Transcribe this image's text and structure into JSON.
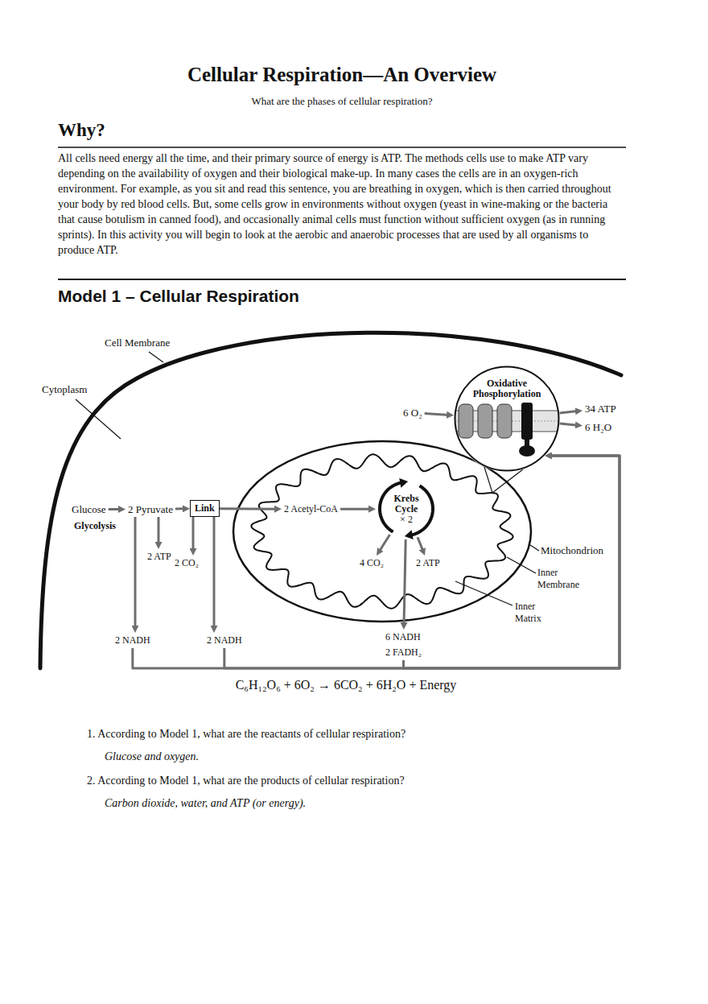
{
  "diagram": {
    "title": "Cellular Respiration—An Overview",
    "nodes": [
      {
        "text": [
          "Glucose"
        ]
      },
      {
        "text": [
          "2 Pyruvate"
        ]
      },
      {
        "text": [
          "Link"
        ]
      },
      {
        "text": [
          "2 Acetyl-CoA"
        ]
      },
      {
        "text": [
          "Krebs Cycle",
          "× 2"
        ]
      },
      {
        "text": [
          "2 ATP"
        ]
      },
      {
        "text": [
          "2 NADH"
        ]
      },
      {
        "text": [
          "2 CO₂"
        ]
      },
      {
        "text": [
          "2 NADH"
        ]
      },
      {
        "text": [
          "4 CO₂"
        ]
      },
      {
        "text": [
          "2 ATP"
        ]
      },
      {
        "text": [
          "6 NADH",
          "2 FADH₂"
        ]
      },
      {
        "text": [
          "Oxidative Phosphorylation"
        ]
      },
      {
        "text": [
          "6 O₂"
        ]
      },
      {
        "text": [
          "34 ATP"
        ]
      },
      {
        "text": [
          "6 H₂O"
        ]
      }
    ],
    "edges": [
      {
        "from": 0,
        "to": 1,
        "arrow": "to",
        "label": "Glycolysis"
      },
      {
        "from": 1,
        "to": 2,
        "arrow": "to"
      },
      {
        "from": 2,
        "to": 3,
        "arrow": "to"
      },
      {
        "from": 3,
        "to": 4,
        "arrow": "to"
      },
      {
        "from": 1,
        "to": 5,
        "arrow": "to"
      },
      {
        "from": 1,
        "to": 6,
        "arrow": "to"
      },
      {
        "from": 2,
        "to": 7,
        "arrow": "to"
      },
      {
        "from": 2,
        "to": 8,
        "arrow": "to"
      },
      {
        "from": 4,
        "to": 9,
        "arrow": "to"
      },
      {
        "from": 4,
        "to": 10,
        "arrow": "to"
      },
      {
        "from": 4,
        "to": 11,
        "arrow": "to"
      },
      {
        "from": 6,
        "to": 12,
        "arrow": "to"
      },
      {
        "from": 8,
        "to": 12,
        "arrow": "to"
      },
      {
        "from": 11,
        "to": 12,
        "arrow": "to"
      },
      {
        "from": 13,
        "to": 12,
        "arrow": "to"
      },
      {
        "from": 12,
        "to": 14,
        "arrow": "to"
      },
      {
        "from": 12,
        "to": 15,
        "arrow": "to"
      }
    ],
    "labels": [
      "What are the phases of cellular respiration?",
      "Why?",
      "All cells need energy all the time, and their primary source of energy is ATP. The methods cells use to make ATP vary depending on the availability of oxygen and their biological make-up. In many cases the cells are in an oxygen-rich environment. For example, as you sit and read this sentence, you are breathing in oxygen, which is then carried throughout your body by red blood cells. But, some cells grow in environments without oxygen (yeast in wine-making or the bacteria that cause botulism in canned food), and occasionally animal cells must function without sufficient oxygen (as in running sprints). In this activity you will begin to look at the aerobic and anaerobic processes that are used by all organisms to produce ATP.",
      "Model 1 – Cellular Respiration",
      "Cell Membrane",
      "Cytoplasm",
      "Mitochondrion",
      "Inner Membrane",
      "Inner Matrix",
      "C₆H₁₂O₆ + 6O₂ → 6CO₂ + 6H₂O + Energy",
      "1. According to Model 1, what are the reactants of cellular respiration?",
      "Glucose and oxygen.",
      "2. According to Model 1, what are the products of cellular respiration?",
      "Carbon dioxide, water, and ATP (or energy)."
    ]
  }
}
